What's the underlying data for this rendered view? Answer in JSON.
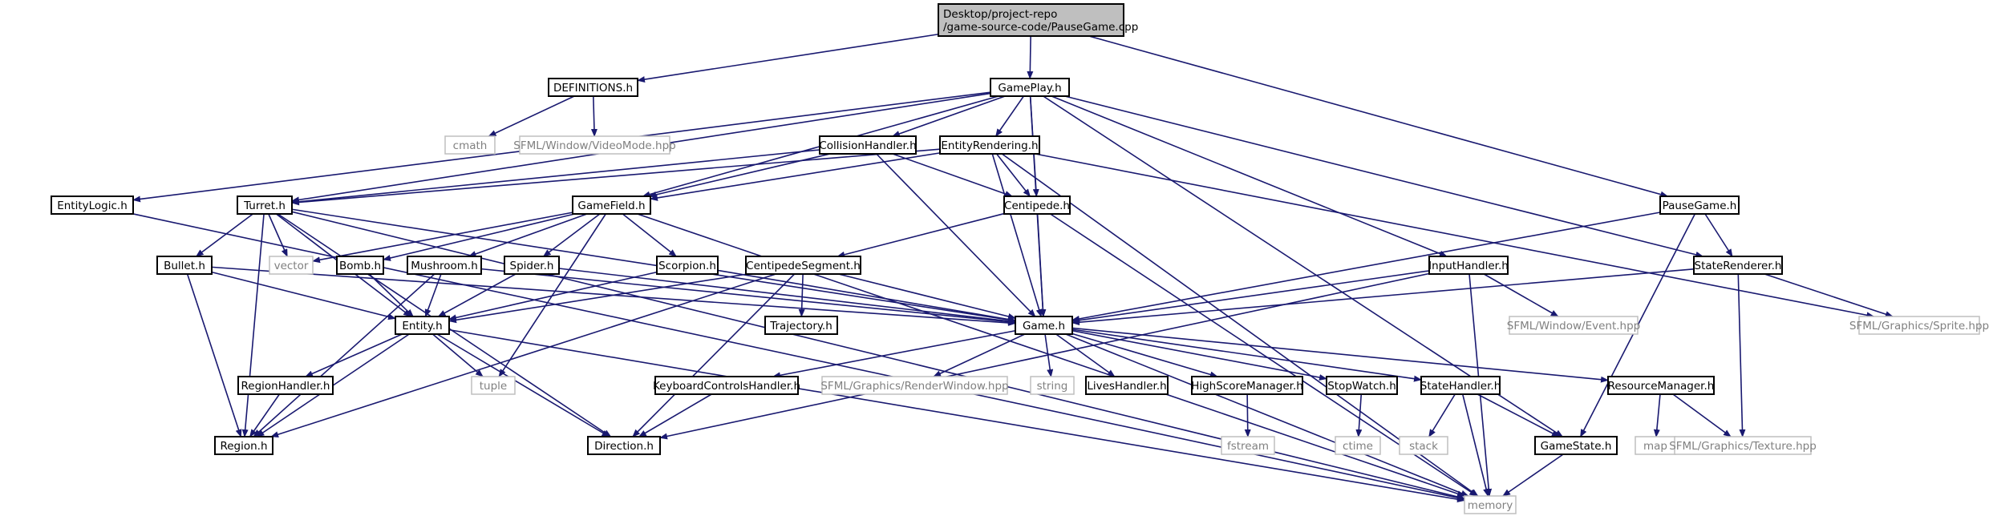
{
  "diagram": {
    "kind": "include-dependency-graph",
    "colors": {
      "edge": "#191970",
      "node_border": "#000000",
      "system_border": "#bfbfbf",
      "root_fill": "#bfbfbf",
      "system_text": "#808080"
    },
    "nodes": [
      {
        "id": "root",
        "label": [
          "Desktop/project-repo",
          "/game-source-code/PauseGame.cpp"
        ],
        "kind": "root"
      },
      {
        "id": "definitions",
        "label": [
          "DEFINITIONS.h"
        ],
        "kind": "header"
      },
      {
        "id": "gameplay",
        "label": [
          "GamePlay.h"
        ],
        "kind": "header"
      },
      {
        "id": "cmath",
        "label": [
          "cmath"
        ],
        "kind": "system"
      },
      {
        "id": "videomode",
        "label": [
          "SFML/Window/VideoMode.hpp"
        ],
        "kind": "system"
      },
      {
        "id": "collision",
        "label": [
          "CollisionHandler.h"
        ],
        "kind": "header"
      },
      {
        "id": "entityrendering",
        "label": [
          "EntityRendering.h"
        ],
        "kind": "header"
      },
      {
        "id": "entitylogic",
        "label": [
          "EntityLogic.h"
        ],
        "kind": "header"
      },
      {
        "id": "turret",
        "label": [
          "Turret.h"
        ],
        "kind": "header"
      },
      {
        "id": "gamefield",
        "label": [
          "GameField.h"
        ],
        "kind": "header"
      },
      {
        "id": "centipede",
        "label": [
          "Centipede.h"
        ],
        "kind": "header"
      },
      {
        "id": "pausegame",
        "label": [
          "PauseGame.h"
        ],
        "kind": "header"
      },
      {
        "id": "vector",
        "label": [
          "vector"
        ],
        "kind": "system"
      },
      {
        "id": "bullet",
        "label": [
          "Bullet.h"
        ],
        "kind": "header"
      },
      {
        "id": "bomb",
        "label": [
          "Bomb.h"
        ],
        "kind": "header"
      },
      {
        "id": "mushroom",
        "label": [
          "Mushroom.h"
        ],
        "kind": "header"
      },
      {
        "id": "spider",
        "label": [
          "Spider.h"
        ],
        "kind": "header"
      },
      {
        "id": "scorpion",
        "label": [
          "Scorpion.h"
        ],
        "kind": "header"
      },
      {
        "id": "centipedesegment",
        "label": [
          "CentipedeSegment.h"
        ],
        "kind": "header"
      },
      {
        "id": "inputhandler",
        "label": [
          "InputHandler.h"
        ],
        "kind": "header"
      },
      {
        "id": "staterenderer",
        "label": [
          "StateRenderer.h"
        ],
        "kind": "header"
      },
      {
        "id": "trajectory",
        "label": [
          "Trajectory.h"
        ],
        "kind": "header"
      },
      {
        "id": "entity",
        "label": [
          "Entity.h"
        ],
        "kind": "header"
      },
      {
        "id": "game",
        "label": [
          "Game.h"
        ],
        "kind": "header"
      },
      {
        "id": "event",
        "label": [
          "SFML/Window/Event.hpp"
        ],
        "kind": "system"
      },
      {
        "id": "sprite",
        "label": [
          "SFML/Graphics/Sprite.hpp"
        ],
        "kind": "system"
      },
      {
        "id": "tuple",
        "label": [
          "tuple"
        ],
        "kind": "system"
      },
      {
        "id": "regionhandler",
        "label": [
          "RegionHandler.h"
        ],
        "kind": "header"
      },
      {
        "id": "keyboard",
        "label": [
          "KeyboardControlsHandler.h"
        ],
        "kind": "header"
      },
      {
        "id": "renderwindow",
        "label": [
          "SFML/Graphics/RenderWindow.hpp"
        ],
        "kind": "system"
      },
      {
        "id": "string",
        "label": [
          "string"
        ],
        "kind": "system"
      },
      {
        "id": "lives",
        "label": [
          "LivesHandler.h"
        ],
        "kind": "header"
      },
      {
        "id": "highscore",
        "label": [
          "HighScoreManager.h"
        ],
        "kind": "header"
      },
      {
        "id": "stopwatch",
        "label": [
          "StopWatch.h"
        ],
        "kind": "header"
      },
      {
        "id": "statehandler",
        "label": [
          "StateHandler.h"
        ],
        "kind": "header"
      },
      {
        "id": "resourcemanager",
        "label": [
          "ResourceManager.h"
        ],
        "kind": "header"
      },
      {
        "id": "region",
        "label": [
          "Region.h"
        ],
        "kind": "header"
      },
      {
        "id": "direction",
        "label": [
          "Direction.h"
        ],
        "kind": "header"
      },
      {
        "id": "fstream",
        "label": [
          "fstream"
        ],
        "kind": "system"
      },
      {
        "id": "ctime",
        "label": [
          "ctime"
        ],
        "kind": "system"
      },
      {
        "id": "stack",
        "label": [
          "stack"
        ],
        "kind": "system"
      },
      {
        "id": "gamestate",
        "label": [
          "GameState.h"
        ],
        "kind": "header"
      },
      {
        "id": "map",
        "label": [
          "map"
        ],
        "kind": "system"
      },
      {
        "id": "texture",
        "label": [
          "SFML/Graphics/Texture.hpp"
        ],
        "kind": "system"
      },
      {
        "id": "memory",
        "label": [
          "memory"
        ],
        "kind": "system"
      }
    ],
    "edges": [
      [
        "root",
        "definitions"
      ],
      [
        "root",
        "gameplay"
      ],
      [
        "root",
        "pausegame"
      ],
      [
        "definitions",
        "cmath"
      ],
      [
        "definitions",
        "videomode"
      ],
      [
        "gameplay",
        "collision"
      ],
      [
        "gameplay",
        "entityrendering"
      ],
      [
        "gameplay",
        "entitylogic"
      ],
      [
        "gameplay",
        "turret"
      ],
      [
        "gameplay",
        "gamefield"
      ],
      [
        "gameplay",
        "centipede"
      ],
      [
        "gameplay",
        "game"
      ],
      [
        "gameplay",
        "inputhandler"
      ],
      [
        "gameplay",
        "staterenderer"
      ],
      [
        "gameplay",
        "gamestate"
      ],
      [
        "collision",
        "turret"
      ],
      [
        "collision",
        "gamefield"
      ],
      [
        "collision",
        "centipede"
      ],
      [
        "collision",
        "game"
      ],
      [
        "entityrendering",
        "turret"
      ],
      [
        "entityrendering",
        "gamefield"
      ],
      [
        "entityrendering",
        "centipede"
      ],
      [
        "entityrendering",
        "game"
      ],
      [
        "entityrendering",
        "sprite"
      ],
      [
        "entityrendering",
        "memory"
      ],
      [
        "entitylogic",
        "memory"
      ],
      [
        "turret",
        "vector"
      ],
      [
        "turret",
        "bullet"
      ],
      [
        "turret",
        "entity"
      ],
      [
        "turret",
        "game"
      ],
      [
        "turret",
        "region"
      ],
      [
        "turret",
        "direction"
      ],
      [
        "turret",
        "memory"
      ],
      [
        "gamefield",
        "vector"
      ],
      [
        "gamefield",
        "bomb"
      ],
      [
        "gamefield",
        "mushroom"
      ],
      [
        "gamefield",
        "spider"
      ],
      [
        "gamefield",
        "scorpion"
      ],
      [
        "gamefield",
        "tuple"
      ],
      [
        "gamefield",
        "memory"
      ],
      [
        "centipede",
        "centipedesegment"
      ],
      [
        "centipede",
        "game"
      ],
      [
        "centipede",
        "memory"
      ],
      [
        "pausegame",
        "staterenderer"
      ],
      [
        "pausegame",
        "game"
      ],
      [
        "pausegame",
        "gamestate"
      ],
      [
        "bullet",
        "entity"
      ],
      [
        "bullet",
        "game"
      ],
      [
        "bullet",
        "region"
      ],
      [
        "bomb",
        "entity"
      ],
      [
        "mushroom",
        "entity"
      ],
      [
        "mushroom",
        "game"
      ],
      [
        "mushroom",
        "region"
      ],
      [
        "spider",
        "entity"
      ],
      [
        "spider",
        "game"
      ],
      [
        "scorpion",
        "entity"
      ],
      [
        "scorpion",
        "game"
      ],
      [
        "centipedesegment",
        "entity"
      ],
      [
        "centipedesegment",
        "game"
      ],
      [
        "centipedesegment",
        "trajectory"
      ],
      [
        "centipedesegment",
        "direction"
      ],
      [
        "centipedesegment",
        "region"
      ],
      [
        "inputhandler",
        "game"
      ],
      [
        "inputhandler",
        "event"
      ],
      [
        "inputhandler",
        "direction"
      ],
      [
        "inputhandler",
        "memory"
      ],
      [
        "staterenderer",
        "game"
      ],
      [
        "staterenderer",
        "sprite"
      ],
      [
        "staterenderer",
        "texture"
      ],
      [
        "entity",
        "tuple"
      ],
      [
        "entity",
        "regionhandler"
      ],
      [
        "entity",
        "region"
      ],
      [
        "entity",
        "direction"
      ],
      [
        "entity",
        "memory"
      ],
      [
        "regionhandler",
        "region"
      ],
      [
        "game",
        "keyboard"
      ],
      [
        "game",
        "renderwindow"
      ],
      [
        "game",
        "string"
      ],
      [
        "game",
        "lives"
      ],
      [
        "game",
        "highscore"
      ],
      [
        "game",
        "stopwatch"
      ],
      [
        "game",
        "statehandler"
      ],
      [
        "game",
        "resourcemanager"
      ],
      [
        "game",
        "memory"
      ],
      [
        "keyboard",
        "direction"
      ],
      [
        "highscore",
        "fstream"
      ],
      [
        "stopwatch",
        "ctime"
      ],
      [
        "statehandler",
        "stack"
      ],
      [
        "statehandler",
        "gamestate"
      ],
      [
        "statehandler",
        "memory"
      ],
      [
        "resourcemanager",
        "map"
      ],
      [
        "resourcemanager",
        "texture"
      ],
      [
        "gamestate",
        "memory"
      ]
    ]
  }
}
